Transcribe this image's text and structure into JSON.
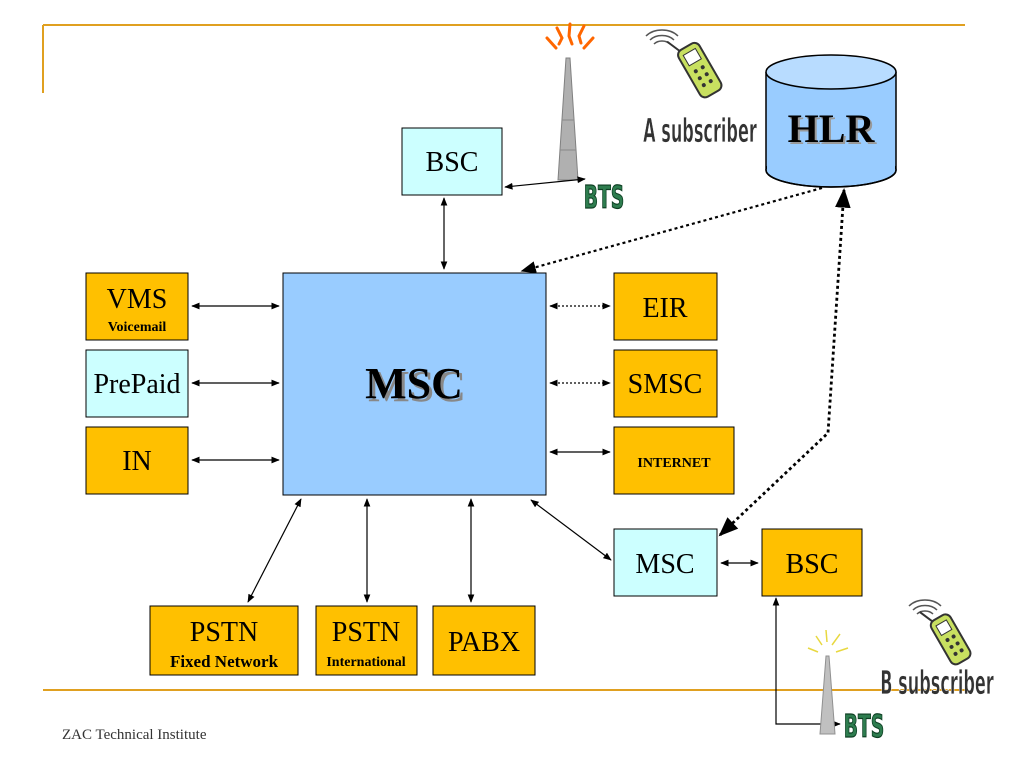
{
  "slide": {
    "footer": "ZAC Technical Institute"
  },
  "nodes": {
    "bsc_top": "BSC",
    "msc_main": "MSC",
    "hlr": "HLR",
    "vms": "VMS",
    "vms_sub": "Voicemail",
    "prepaid": "PrePaid",
    "in": "IN",
    "eir": "EIR",
    "smsc": "SMSC",
    "internet": "INTERNET",
    "msc_b": "MSC",
    "bsc_b": "BSC",
    "pstn_fixed": "PSTN",
    "pstn_fixed_sub": "Fixed Network",
    "pstn_intl": "PSTN",
    "pstn_intl_sub": "International",
    "pabx": "PABX"
  },
  "labels": {
    "a_subscriber": "A subscriber",
    "b_subscriber": "B subscriber",
    "bts_top": "BTS",
    "bts_bottom": "BTS"
  },
  "colors": {
    "orange_box": "#FFC000",
    "cyan_box": "#CCFFFF",
    "msc_blue": "#99CCFF",
    "hlr_blue": "#99CCFF",
    "rule_line": "#E0A020",
    "bts_text": "#2E7D4F"
  }
}
